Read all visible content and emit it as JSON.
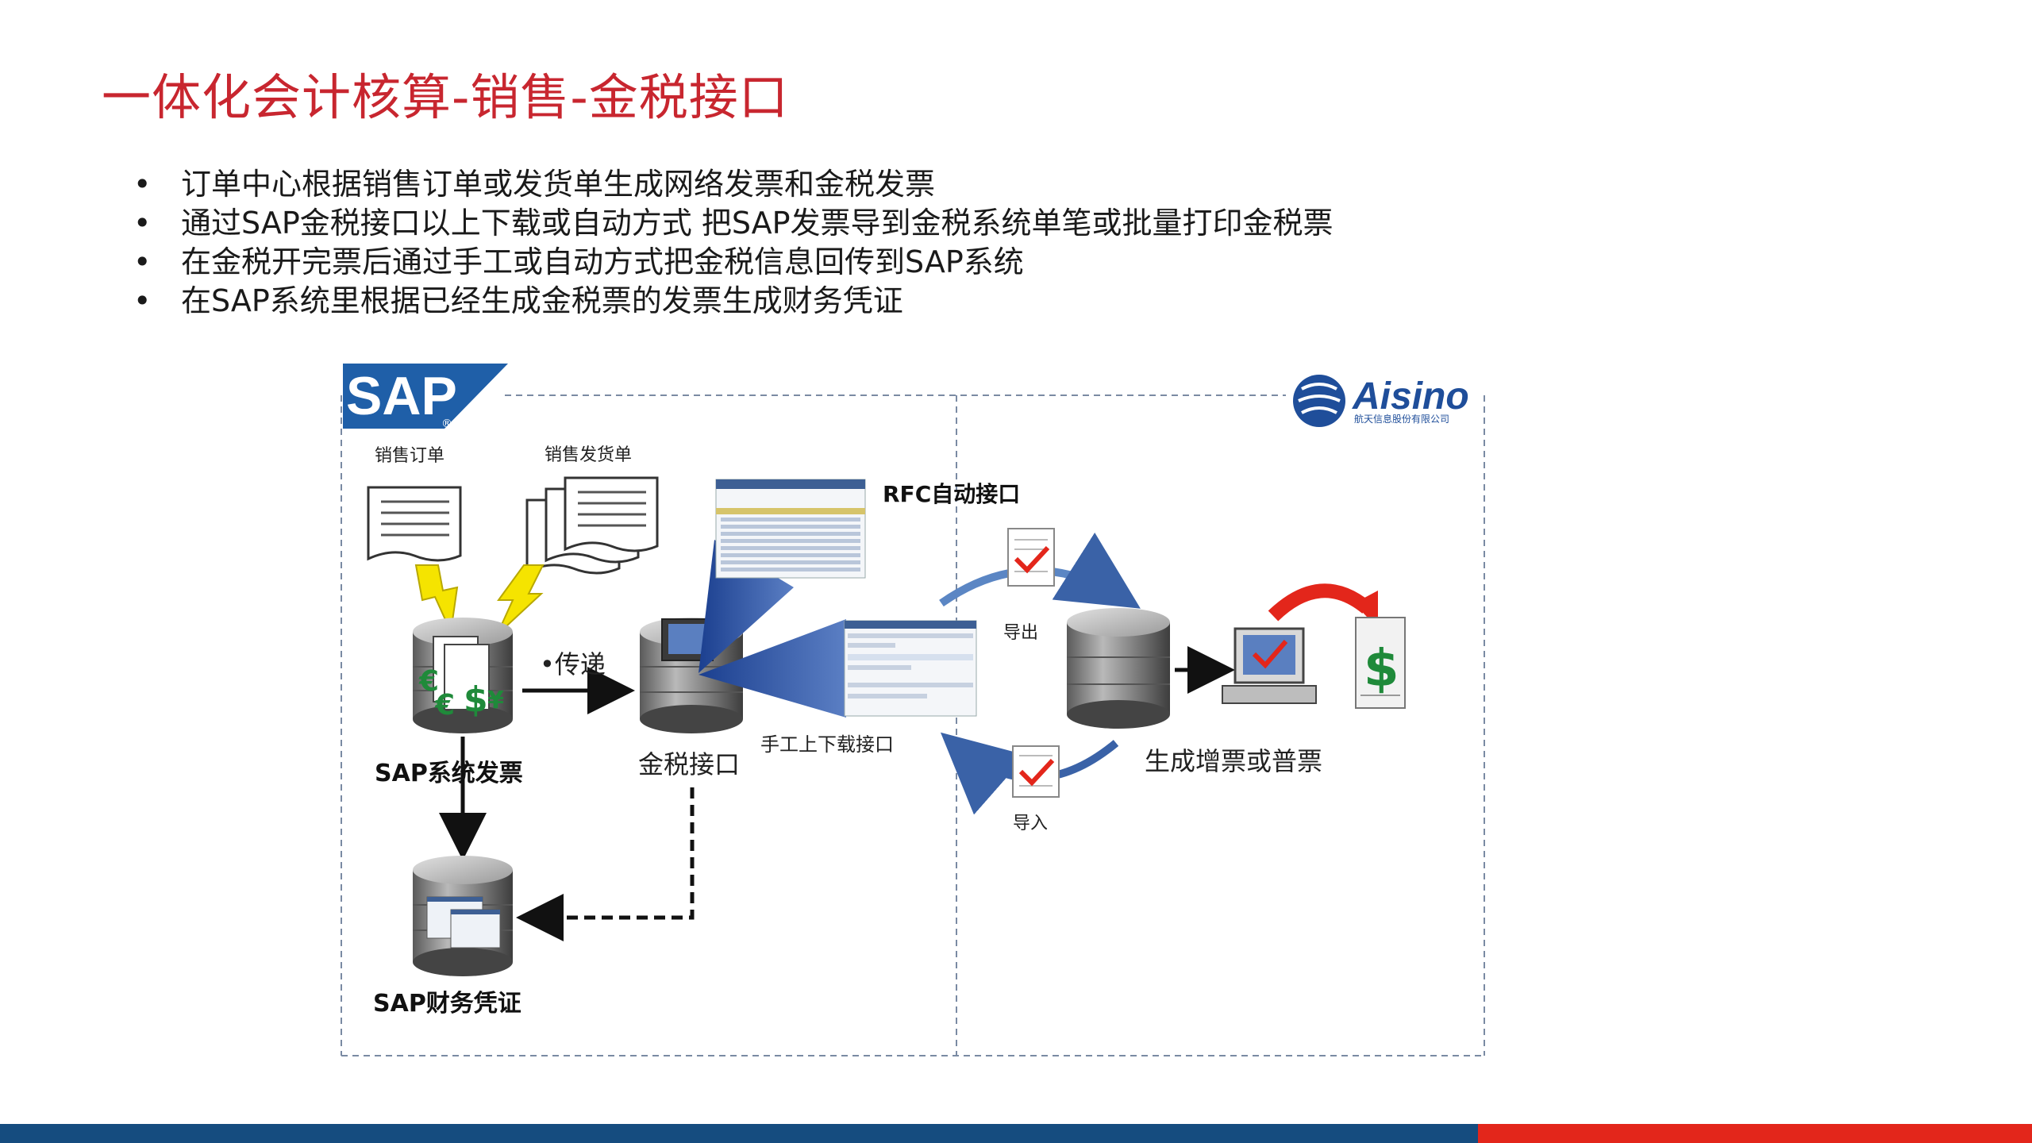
{
  "title": "一体化会计核算-销售-金税接口",
  "bullets": [
    "订单中心根据销售订单或发货单生成网络发票和金税发票",
    "通过SAP金税接口以上下载或自动方式 把SAP发票导到金税系统单笔或批量打印金税票",
    "在金税开完票后通过手工或自动方式把金税信息回传到SAP系统",
    "在SAP系统里根据已经生成金税票的发票生成财务凭证"
  ],
  "bullet_symbol": "•",
  "diagram": {
    "sap_logo": "SAP",
    "aisino_logo": "Aisino",
    "aisino_subtitle": "航天信息股份有限公司",
    "labels": {
      "sales_order": "销售订单",
      "sales_delivery": "销售发货单",
      "transfer": "•传递",
      "sap_invoice": "SAP系统发票",
      "gold_tax_interface": "金税接口",
      "rfc_interface": "RFC自动接口",
      "manual_interface": "手工上下载接口",
      "export": "导出",
      "import": "导入",
      "generate_invoice": "生成增票或普票",
      "sap_voucher": "SAP财务凭证"
    }
  },
  "colors": {
    "title": "#c8262f",
    "footer_blue": "#154c7f",
    "footer_red": "#e3261b",
    "arrow_blue": "#3a62a7",
    "dashed_border": "#7a8aa3",
    "lightning": "#f5e400",
    "red_arrow": "#e3261b",
    "dollar_green": "#1f8a3a"
  }
}
